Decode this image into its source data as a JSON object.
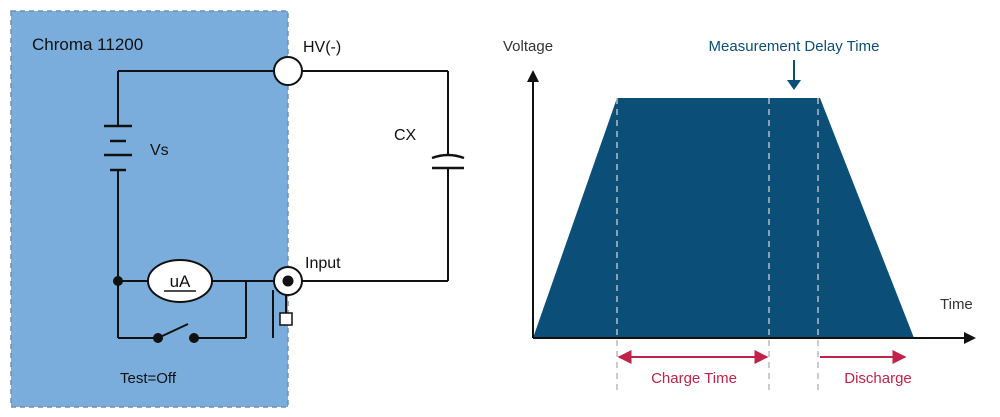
{
  "circuit": {
    "instrument_label": "Chroma 11200",
    "hv_terminal_label": "HV(-)",
    "input_terminal_label": "Input",
    "source_label": "Vs",
    "capacitor_label": "CX",
    "meter_label": "uA",
    "switch_state_label": "Test=Off",
    "panel_color": "#7aaddc"
  },
  "waveform": {
    "y_axis_label": "Voltage",
    "x_axis_label": "Time",
    "delay_label": "Measurement Delay Time",
    "charge_label": "Charge Time",
    "discharge_label": "Discharge",
    "fill_color": "#0b4f78",
    "annotation_color": "#c0224a"
  }
}
